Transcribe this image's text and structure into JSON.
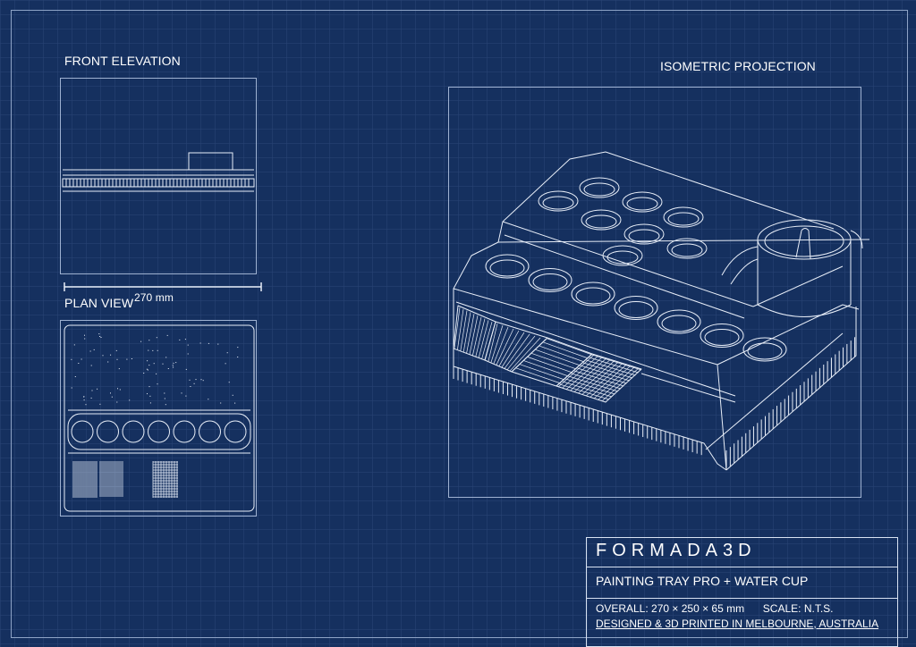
{
  "views": {
    "front_elevation": "FRONT ELEVATION",
    "plan_view": "PLAN VIEW",
    "isometric": "ISOMETRIC PROJECTION"
  },
  "dimension": {
    "width_label": "270 mm"
  },
  "title_block": {
    "brand": "FORMADA3D",
    "product": "PAINTING TRAY PRO + WATER CUP",
    "overall": "OVERALL: 270 × 250 × 65 mm",
    "scale": "SCALE: N.T.S.",
    "credit": "DESIGNED & 3D PRINTED IN MELBOURNE, AUSTRALIA"
  },
  "colors": {
    "background": "#15305f",
    "line": "#e8eef8",
    "grid": "#2a4677"
  }
}
